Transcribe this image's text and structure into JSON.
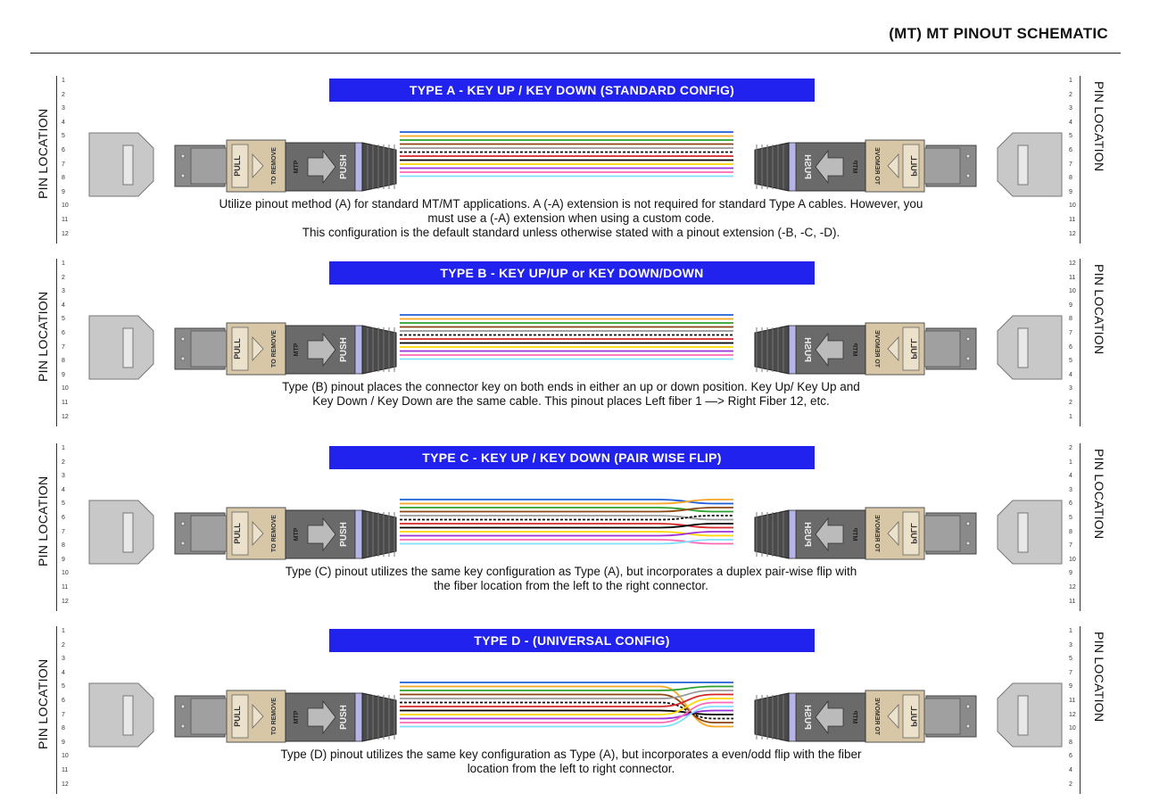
{
  "header": {
    "title": "(MT) MT PINOUT SCHEMATIC"
  },
  "pin_label": "PIN LOCATION",
  "connector_text": {
    "pull": "PULL",
    "push": "PUSH",
    "brand": "MTP",
    "remove": "TO REMOVE"
  },
  "colors": {
    "banner": "#2222ee",
    "fibers": [
      "#1f5fd6",
      "#f5a623",
      "#2ca02c",
      "#8b4513",
      "#9a9a9a",
      "#ffffff",
      "#d62728",
      "#000000",
      "#ffd800",
      "#9b30d9",
      "#ff69b4",
      "#7fdfff"
    ]
  },
  "sections": [
    {
      "id": "type-a",
      "title": "TYPE A - KEY UP / KEY DOWN (STANDARD CONFIG)",
      "left_pins": [
        "1",
        "2",
        "3",
        "4",
        "5",
        "6",
        "7",
        "8",
        "9",
        "10",
        "11",
        "12"
      ],
      "right_pins": [
        "1",
        "2",
        "3",
        "4",
        "5",
        "6",
        "7",
        "8",
        "9",
        "10",
        "11",
        "12"
      ],
      "mapping": [
        1,
        2,
        3,
        4,
        5,
        6,
        7,
        8,
        9,
        10,
        11,
        12
      ],
      "right_flipped": false,
      "description": [
        "Utilize pinout method (A) for standard MT/MT applications. A (-A) extension is not required for standard Type A cables. However, you",
        "must use a (-A) extension when using a custom code.",
        "This configuration is the default standard unless otherwise stated with a pinout extension (-B, -C, -D)."
      ]
    },
    {
      "id": "type-b",
      "title": "TYPE B - KEY UP/UP or KEY DOWN/DOWN",
      "left_pins": [
        "1",
        "2",
        "3",
        "4",
        "5",
        "6",
        "7",
        "8",
        "9",
        "10",
        "11",
        "12"
      ],
      "right_pins": [
        "12",
        "11",
        "10",
        "9",
        "8",
        "7",
        "6",
        "5",
        "4",
        "3",
        "2",
        "1"
      ],
      "mapping": [
        1,
        2,
        3,
        4,
        5,
        6,
        7,
        8,
        9,
        10,
        11,
        12
      ],
      "right_flipped": true,
      "description": [
        "Type (B) pinout places the connector key on both ends in either an up or down position. Key Up/ Key Up and",
        "Key Down / Key Down are the same cable. This pinout places Left fiber 1 —> Right Fiber 12, etc."
      ]
    },
    {
      "id": "type-c",
      "title": "TYPE C - KEY UP / KEY DOWN (PAIR WISE FLIP)",
      "left_pins": [
        "1",
        "2",
        "3",
        "4",
        "5",
        "6",
        "7",
        "8",
        "9",
        "10",
        "11",
        "12"
      ],
      "right_pins": [
        "2",
        "1",
        "4",
        "3",
        "6",
        "5",
        "8",
        "7",
        "10",
        "9",
        "12",
        "11"
      ],
      "mapping": [
        2,
        1,
        4,
        3,
        6,
        5,
        8,
        7,
        10,
        9,
        12,
        11
      ],
      "right_flipped": true,
      "description": [
        "Type (C) pinout utilizes the same key configuration as Type (A), but incorporates a duplex pair-wise flip with",
        "the fiber location from the left to the right connector."
      ]
    },
    {
      "id": "type-d",
      "title": "TYPE D - (UNIVERSAL CONFIG)",
      "left_pins": [
        "1",
        "2",
        "3",
        "4",
        "5",
        "6",
        "7",
        "8",
        "9",
        "10",
        "11",
        "12"
      ],
      "right_pins": [
        "1",
        "3",
        "5",
        "7",
        "9",
        "11",
        "12",
        "10",
        "8",
        "6",
        "4",
        "2"
      ],
      "mapping": [
        1,
        12,
        2,
        11,
        3,
        10,
        4,
        9,
        5,
        8,
        6,
        7
      ],
      "right_flipped": true,
      "description": [
        "Type (D) pinout utilizes the same key configuration as Type (A), but incorporates a even/odd flip with the fiber",
        "location from the left to right connector."
      ]
    }
  ]
}
